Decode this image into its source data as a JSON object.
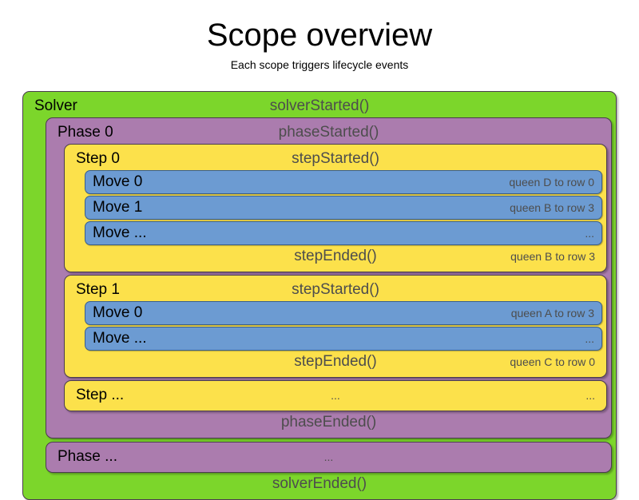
{
  "header": {
    "title": "Scope overview",
    "subtitle": "Each scope triggers lifecycle events"
  },
  "colors": {
    "solver": "#7CD62B",
    "phase": "#AB7CAE",
    "step": "#FCE14B",
    "move": "#6C9BD2",
    "border": "#4a3c4e",
    "event_text": "#4d4d4d",
    "label_text": "#000000"
  },
  "diagram": {
    "solver": {
      "label": "Solver",
      "started_event": "solverStarted()",
      "ended_event": "solverEnded()"
    },
    "phase": {
      "label": "Phase 0",
      "started_event": "phaseStarted()",
      "ended_event": "phaseEnded()"
    },
    "steps": [
      {
        "label": "Step 0",
        "started_event": "stepStarted()",
        "ended_event": "stepEnded()",
        "ended_detail": "queen B to row 3",
        "moves": [
          {
            "label": "Move 0",
            "detail": "queen D to row 0"
          },
          {
            "label": "Move 1",
            "detail": "queen B to row 3"
          },
          {
            "label": "Move ...",
            "detail": "..."
          }
        ]
      },
      {
        "label": "Step 1",
        "started_event": "stepStarted()",
        "ended_event": "stepEnded()",
        "ended_detail": "queen C to row 0",
        "moves": [
          {
            "label": "Move 0",
            "detail": "queen A to row 3"
          },
          {
            "label": "Move ...",
            "detail": "..."
          }
        ]
      }
    ],
    "step_ellipsis": {
      "label": "Step ...",
      "center": "...",
      "detail": "..."
    },
    "phase_ellipsis": {
      "label": "Phase ...",
      "center": "..."
    }
  }
}
